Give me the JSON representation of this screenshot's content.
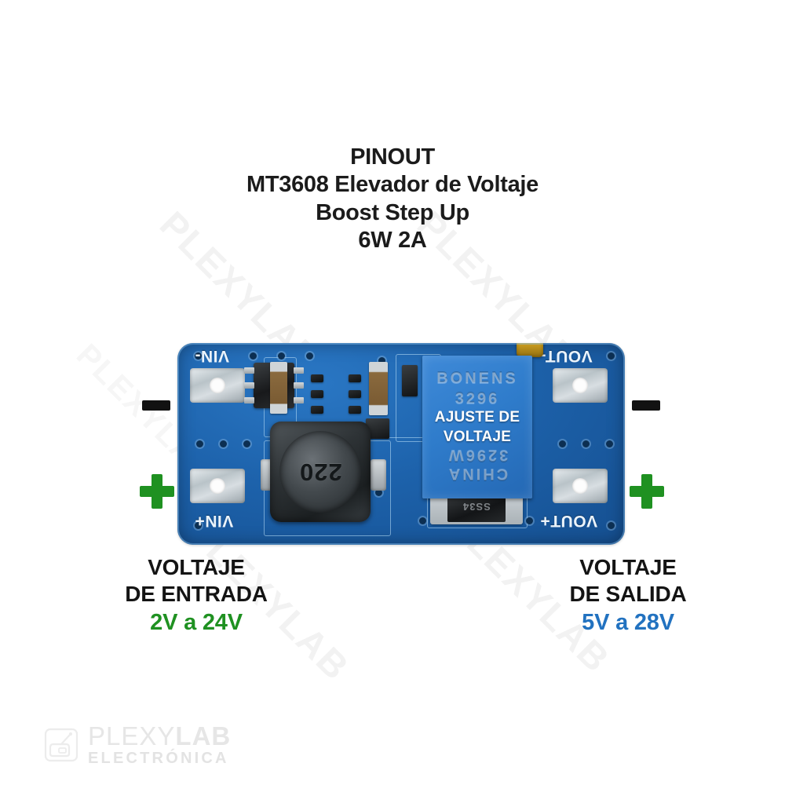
{
  "page": {
    "background": "#ffffff"
  },
  "title": {
    "line1": "PINOUT",
    "line2": "MT3608 Elevador de Voltaje",
    "line3": "Boost Step Up",
    "line4": "6W 2A"
  },
  "watermark": {
    "text": "PLEXYLAB"
  },
  "board": {
    "silkscreen": {
      "vin_neg": "VIN-",
      "vin_pos": "VIN+",
      "vout_neg": "VOUT-",
      "vout_pos": "VOUT+"
    },
    "inductor": {
      "code": "220"
    },
    "diode": {
      "code": "SS34"
    },
    "potentiometer": {
      "label_line1": "AJUSTE DE",
      "label_line2": "VOLTAJE",
      "emboss_brand": "BONENS",
      "emboss_model": "3296",
      "emboss_line3": "3296W",
      "emboss_line4": "CHINA"
    },
    "colors": {
      "pcb_blue": "#1d62ab",
      "pot_blue": "#2f7ccb",
      "pad_silver": "#c8d0d4",
      "screw_gold": "#c99c1f"
    }
  },
  "markers": {
    "minus_symbol": "−",
    "plus_symbol": "+",
    "minus_color": "#121212",
    "plus_color": "#1f9121"
  },
  "input_label": {
    "line1": "VOLTAJE",
    "line2": "DE ENTRADA",
    "range": "2V a 24V",
    "range_color": "#1f9121"
  },
  "output_label": {
    "line1": "VOLTAJE",
    "line2": "DE SALIDA",
    "range": "5V a 28V",
    "range_color": "#2272c0"
  },
  "footer_logo": {
    "name_light": "PLEXY",
    "name_bold": "LAB",
    "subtitle": "ELECTRÓNICA",
    "color": "#e5e5e5"
  }
}
